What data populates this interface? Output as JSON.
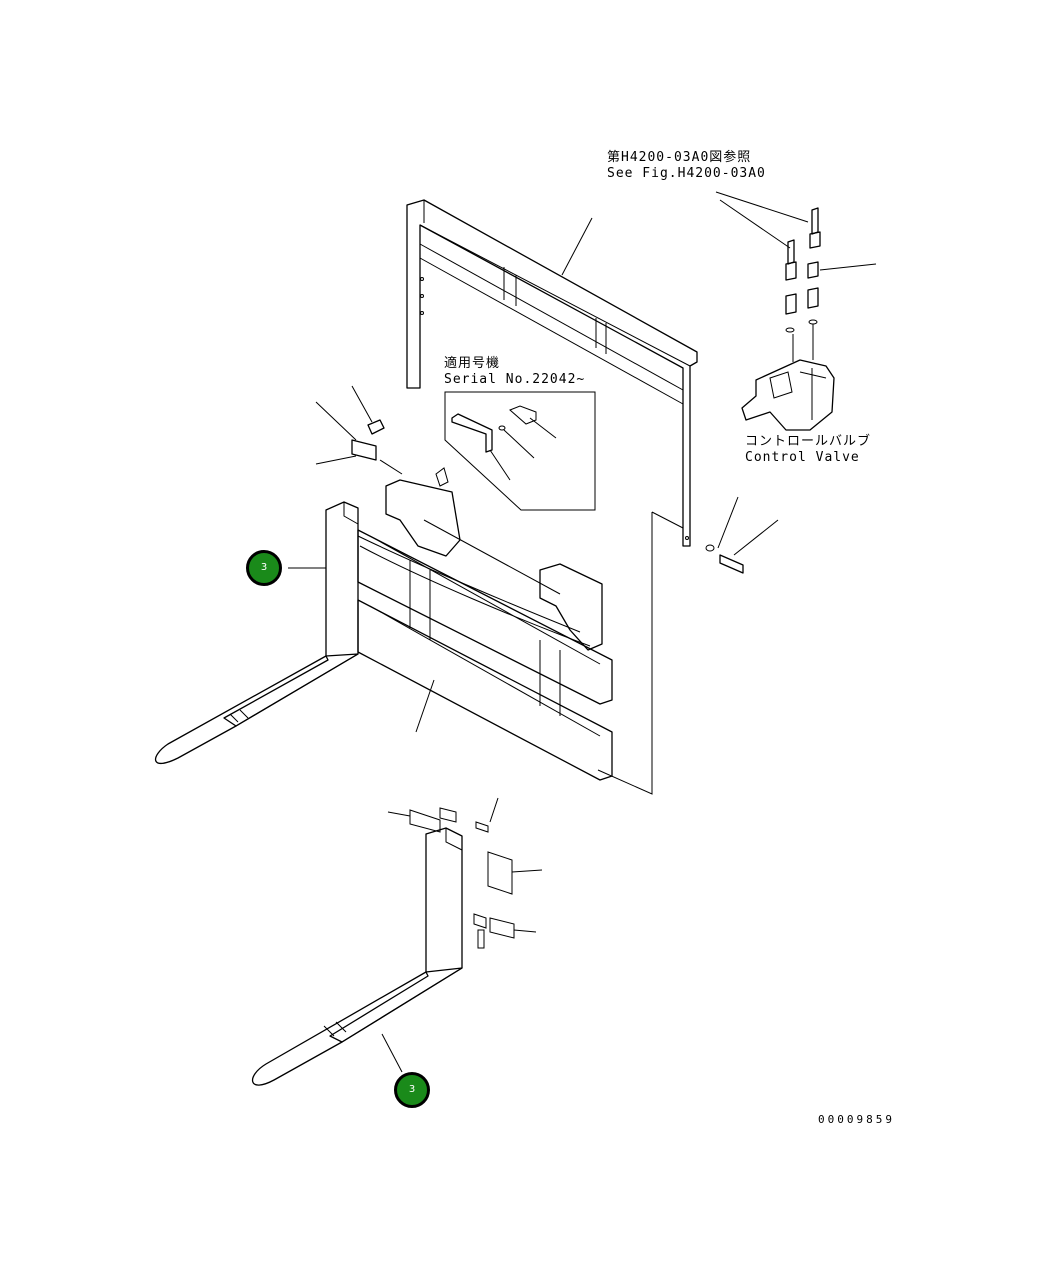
{
  "refs": {
    "line1": "第H4200-03A0図参照",
    "line2": "See Fig.H4200-03A0"
  },
  "serial": {
    "line1": "適用号機",
    "line2": "Serial No.22042~"
  },
  "valve": {
    "line1": "コントロールバルブ",
    "line2": "Control Valve"
  },
  "callouts": [
    {
      "label": "3"
    },
    {
      "label": "3"
    }
  ],
  "drawing_number": "00009859",
  "colors": {
    "callout_fill": "#1a8a1a",
    "callout_text": "#ffffff",
    "line": "#000000"
  }
}
